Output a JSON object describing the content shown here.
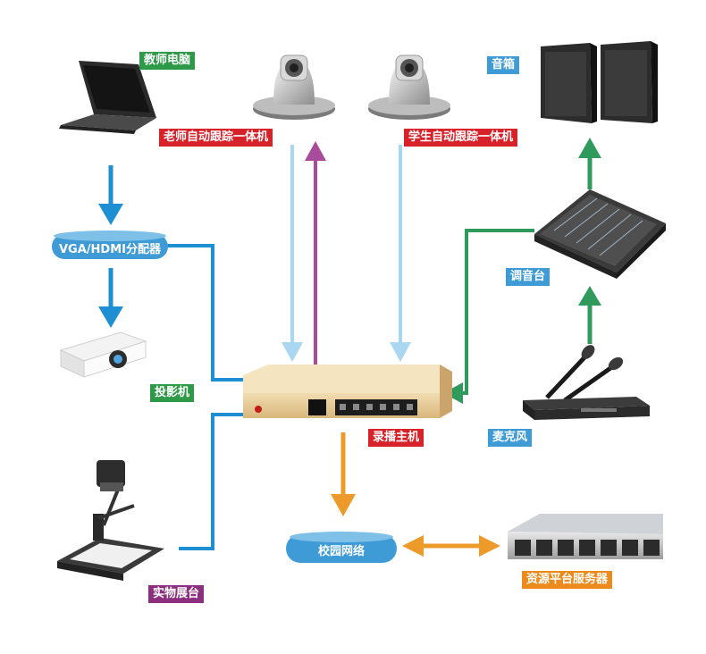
{
  "labels": {
    "teacher_pc": "教师电脑",
    "teacher_camera": "老师自动跟踪一体机",
    "student_camera": "学生自动跟踪一体机",
    "speakers": "音箱",
    "splitter": "VGA/HDMI分配器",
    "mixer": "调音台",
    "projector": "投影机",
    "recorder": "录播主机",
    "microphone": "麦克风",
    "visualizer": "实物展台",
    "campus_network": "校园网络",
    "resource_server": "资源平台服务器"
  },
  "colors": {
    "blue_line": "#1f8fd3",
    "light_blue_arrow": "#a9d6f0",
    "purple_arrow": "#a84b9a",
    "green_arrow": "#2f9a5c",
    "orange_arrow": "#ec9a2a"
  }
}
